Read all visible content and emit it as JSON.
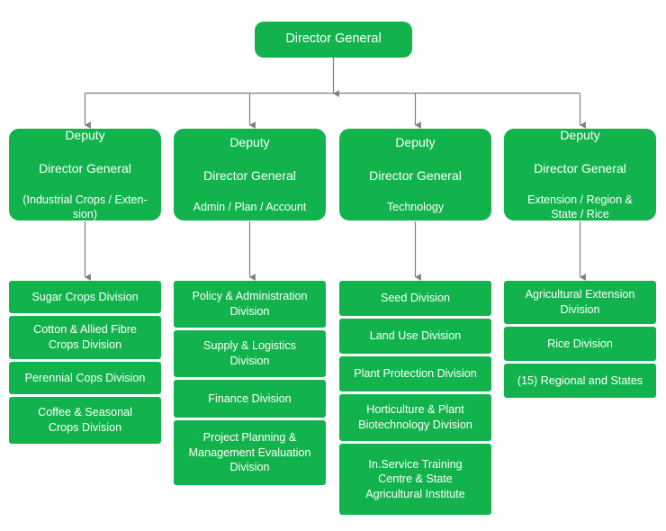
{
  "chart_data": {
    "type": "diagram",
    "title": "Organizational Structure Chart",
    "orientation": "top-down",
    "levels": 3,
    "node_color": "#12b34c",
    "text_color": "#ffffff",
    "connector_color": "#808080",
    "background": "#ffffff"
  },
  "root": {
    "label": "Director General"
  },
  "deputies": [
    {
      "line1": "Deputy",
      "line2": "Director General",
      "line3": "(Industrial Crops / Exten-\nsion)"
    },
    {
      "line1": "Deputy",
      "line2": "Director General",
      "line3": "Admin / Plan / Account"
    },
    {
      "line1": "Deputy",
      "line2": "Director General",
      "line3": "Technology"
    },
    {
      "line1": "Deputy",
      "line2": "Director General",
      "line3": "Extension / Region &\nState / Rice"
    }
  ],
  "columns": [
    {
      "divisions": [
        {
          "label": "Sugar Crops Division"
        },
        {
          "label": "Cotton & Allied Fibre\nCrops Division"
        },
        {
          "label": "Perennial Cops Division"
        },
        {
          "label": "Coffee & Seasonal\nCrops Division"
        }
      ]
    },
    {
      "divisions": [
        {
          "label": "Policy & Administration\nDivision"
        },
        {
          "label": "Supply & Logistics\nDivision"
        },
        {
          "label": "Finance Division"
        },
        {
          "label": "Project Planning &\nManagement Evaluation\nDivision"
        }
      ]
    },
    {
      "divisions": [
        {
          "label": "Seed Division"
        },
        {
          "label": "Land Use Division"
        },
        {
          "label": "Plant Protection Division"
        },
        {
          "label": "Horticulture & Plant\nBiotechnology Division"
        },
        {
          "label": "In.Service Training\nCentre & State\nAgricultural Institute"
        }
      ]
    },
    {
      "divisions": [
        {
          "label": "Agricultural Extension\nDivision"
        },
        {
          "label": "Rice Division"
        },
        {
          "label": "(15) Regional and States"
        }
      ]
    }
  ]
}
